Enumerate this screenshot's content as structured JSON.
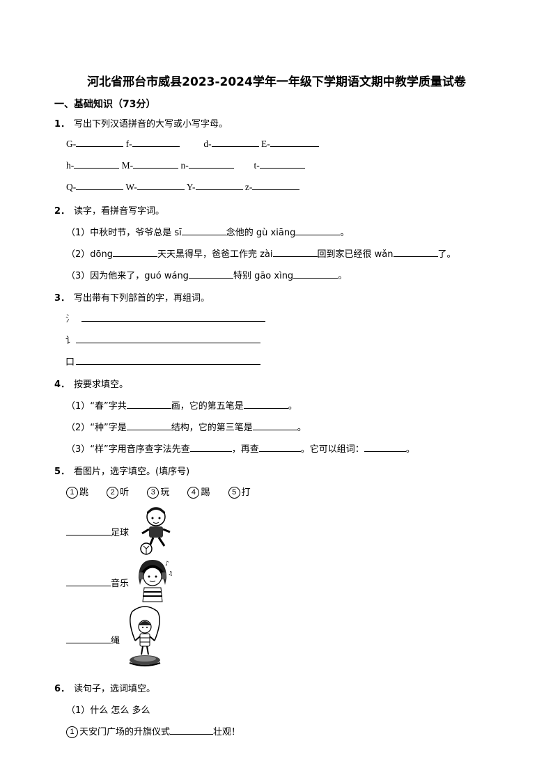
{
  "title": "河北省邢台市威县2023-2024学年一年级下学期语文期中教学质量试卷",
  "section1": "一、基础知识（73分）",
  "q1": {
    "num": "1．",
    "text": "写出下列汉语拼音的大写或小写字母。",
    "row1": [
      "G-",
      "f-",
      "d-",
      "E-"
    ],
    "row2": [
      "h-",
      "M-",
      "n-",
      "t-"
    ],
    "row3": [
      "Q-",
      "W-",
      "Y-",
      "z-"
    ]
  },
  "q2": {
    "num": "2．",
    "text": "读字，看拼音写字词。",
    "s1a": "（1）中秋时节，爷爷总是 sī",
    "s1b": "念他的 gù xiāng",
    "s1c": "。",
    "s2a": "（2）dōng",
    "s2b": "天天黑得早，爸爸工作完 zài",
    "s2c": "回到家已经很 wǎn",
    "s2d": "了。",
    "s3a": "（3）因为他来了，guó wáng",
    "s3b": "特别 gāo xìng",
    "s3c": "。"
  },
  "q3": {
    "num": "3．",
    "text": "写出带有下列部首的字，再组词。",
    "r1": "氵",
    "r2": "讠",
    "r3": "口"
  },
  "q4": {
    "num": "4．",
    "text": "按要求填空。",
    "s1a": "（1）“春”字共",
    "s1b": "画，它的第五笔是",
    "s1c": "。",
    "s2a": "（2）“种”字是",
    "s2b": "结构，它的第三笔是",
    "s2c": "。",
    "s3a": "（3）“样”字用音序查字法先查",
    "s3b": "，再查",
    "s3c": "。它可以组词：",
    "s3d": "。"
  },
  "q5": {
    "num": "5．",
    "text": "看图片，选字填空。(填序号)",
    "options": [
      {
        "n": "1",
        "w": "跳"
      },
      {
        "n": "2",
        "w": "听"
      },
      {
        "n": "3",
        "w": "玩"
      },
      {
        "n": "4",
        "w": "踢"
      },
      {
        "n": "5",
        "w": "打"
      }
    ],
    "item1": "足球",
    "item2": "音乐",
    "item3": "绳"
  },
  "q6": {
    "num": "6．",
    "text": "读句子，选词填空。",
    "sub1": "（1）什么  怎么  多么",
    "s1n": "1",
    "s1a": "天安门广场的升旗仪式",
    "s1b": "壮观！"
  }
}
